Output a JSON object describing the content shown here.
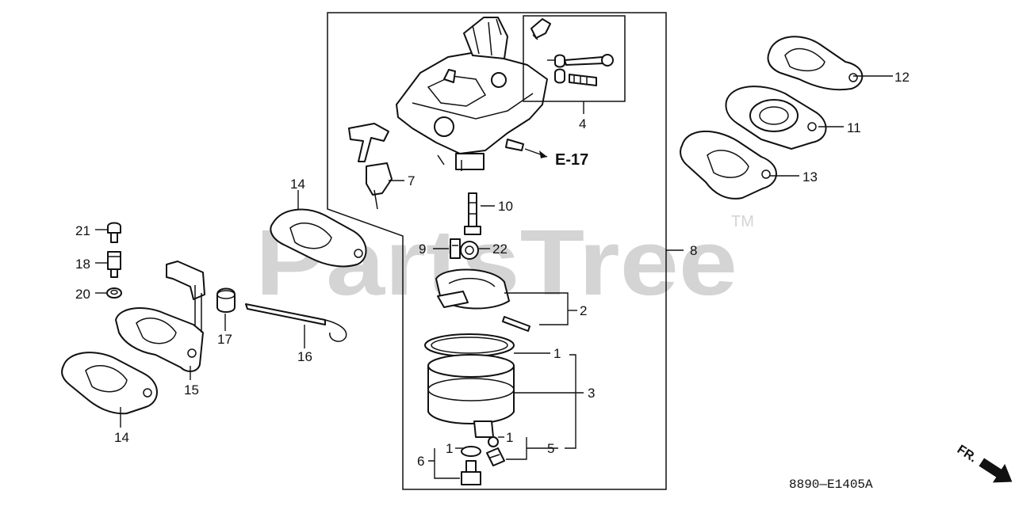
{
  "diagram": {
    "ref_label": "E-17",
    "drawing_code": "8890—E1405A",
    "direction_label": "FR.",
    "watermark": {
      "text": "PartsTree",
      "trademark": "TM"
    },
    "callouts": {
      "c1a": "1",
      "c1b": "1",
      "c1c": "1",
      "c2": "2",
      "c3": "3",
      "c4": "4",
      "c5": "5",
      "c6": "6",
      "c7": "7",
      "c8": "8",
      "c9": "9",
      "c10": "10",
      "c11": "11",
      "c12": "12",
      "c13": "13",
      "c14a": "14",
      "c14b": "14",
      "c15": "15",
      "c16": "16",
      "c17": "17",
      "c18": "18",
      "c20": "20",
      "c21": "21",
      "c22": "22"
    },
    "colors": {
      "line": "#111111",
      "watermark": "#d4d4d4",
      "background": "#ffffff"
    }
  }
}
